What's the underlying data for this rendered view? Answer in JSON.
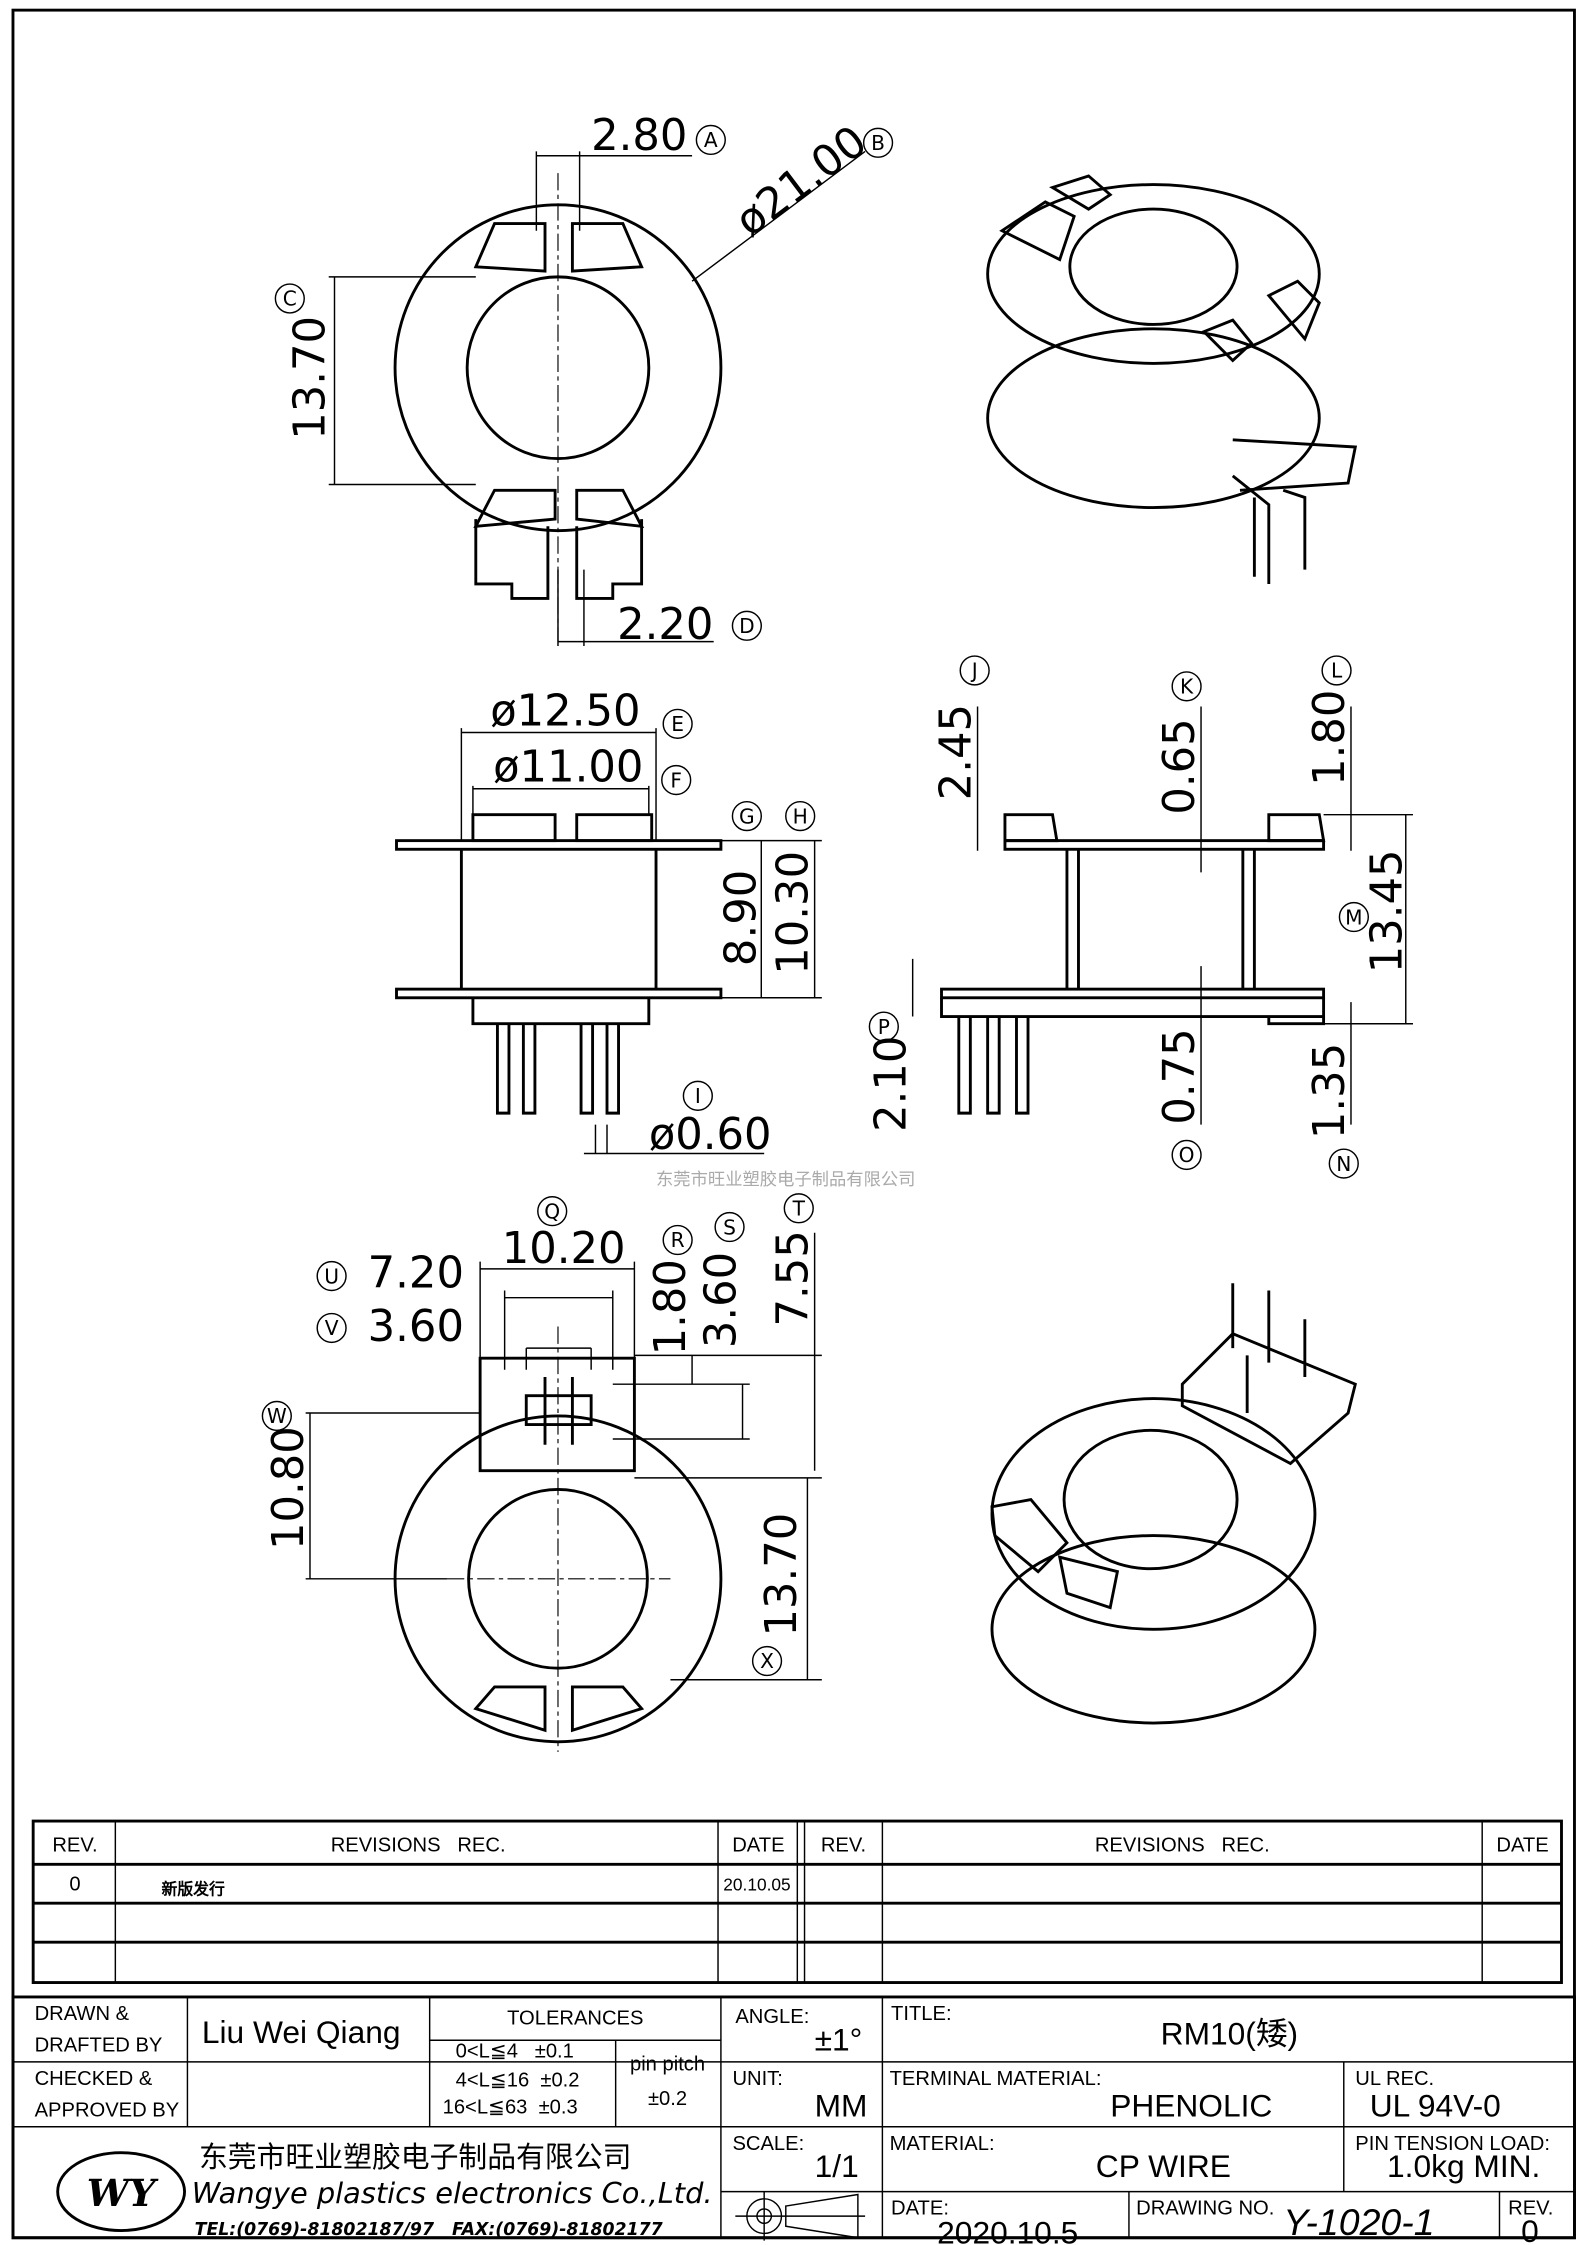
{
  "watermark": "东莞市旺业塑胶电子制品有限公司",
  "dimensions": {
    "A": {
      "value": "2.80",
      "tag": "A"
    },
    "B": {
      "value": "ø21.00",
      "tag": "B"
    },
    "C": {
      "value": "13.70",
      "tag": "C"
    },
    "D": {
      "value": "2.20",
      "tag": "D"
    },
    "E": {
      "value": "ø12.50",
      "tag": "E"
    },
    "F": {
      "value": "ø11.00",
      "tag": "F"
    },
    "G": {
      "tag": "G"
    },
    "H": {
      "tag": "H"
    },
    "GH_890": "8.90",
    "GH_1030": "10.30",
    "I": {
      "value": "ø0.60",
      "tag": "I"
    },
    "J": {
      "value": "2.45",
      "tag": "J"
    },
    "K": {
      "value": "0.65",
      "tag": "K"
    },
    "L": {
      "value": "1.80",
      "tag": "L"
    },
    "M": {
      "value": "13.45",
      "tag": "M"
    },
    "N": {
      "value": "1.35",
      "tag": "N"
    },
    "O": {
      "value": "0.75",
      "tag": "O"
    },
    "P": {
      "value": "2.10",
      "tag": "P"
    },
    "Q": {
      "value": "10.20",
      "tag": "Q"
    },
    "R": {
      "value": "1.80",
      "tag": "R"
    },
    "S": {
      "value": "3.60",
      "tag": "S"
    },
    "T": {
      "value": "7.55",
      "tag": "T"
    },
    "U": {
      "value": "7.20",
      "tag": "U"
    },
    "V": {
      "value": "3.60",
      "tag": "V"
    },
    "W": {
      "value": "10.80",
      "tag": "W"
    },
    "X": {
      "value": "13.70",
      "tag": "X"
    }
  },
  "revisions": {
    "headers": {
      "rev": "REV.",
      "rec": "REVISIONS   REC.",
      "date": "DATE"
    },
    "rows": [
      {
        "rev": "0",
        "rec": "新版发行",
        "date": "20.10.05"
      }
    ]
  },
  "title_block": {
    "drawn_label_1": "DRAWN &",
    "drawn_label_2": "DRAFTED BY",
    "drawn_by": "Liu Wei Qiang",
    "checked_label_1": "CHECKED &",
    "checked_label_2": "APPROVED BY",
    "tolerances_label": "TOLERANCES",
    "tol": [
      "0<L≦4   ±0.1",
      "4<L≦16  ±0.2",
      "16<L≦63  ±0.3"
    ],
    "pin_pitch_label": "pin pitch",
    "pin_pitch": "±0.2",
    "angle_label": "ANGLE:",
    "angle": "±1°",
    "unit_label": "UNIT:",
    "unit": "MM",
    "scale_label": "SCALE:",
    "scale": "1/1",
    "title_label": "TITLE:",
    "title": "RM10(矮)",
    "terminal_label": "TERMINAL MATERIAL:",
    "terminal": "PHENOLIC",
    "ul_label": "UL REC.",
    "ul": "UL 94V-0",
    "material_label": "MATERIAL:",
    "material": "CP WIRE",
    "pin_tension_label": "PIN TENSION LOAD:",
    "pin_tension": "1.0kg MIN.",
    "date_label": "DATE:",
    "date": "2020.10.5",
    "drawing_no_label": "DRAWING NO.",
    "drawing_no": "Y-1020-1",
    "rev_label": "REV.",
    "rev": "0",
    "company_cn": "东莞市旺业塑胶电子制品有限公司",
    "company_en": "Wangye plastics electronics Co.,Ltd.",
    "contact": "TEL:(0769)-81802187/97   FAX:(0769)-81802177",
    "logo": "WY"
  }
}
